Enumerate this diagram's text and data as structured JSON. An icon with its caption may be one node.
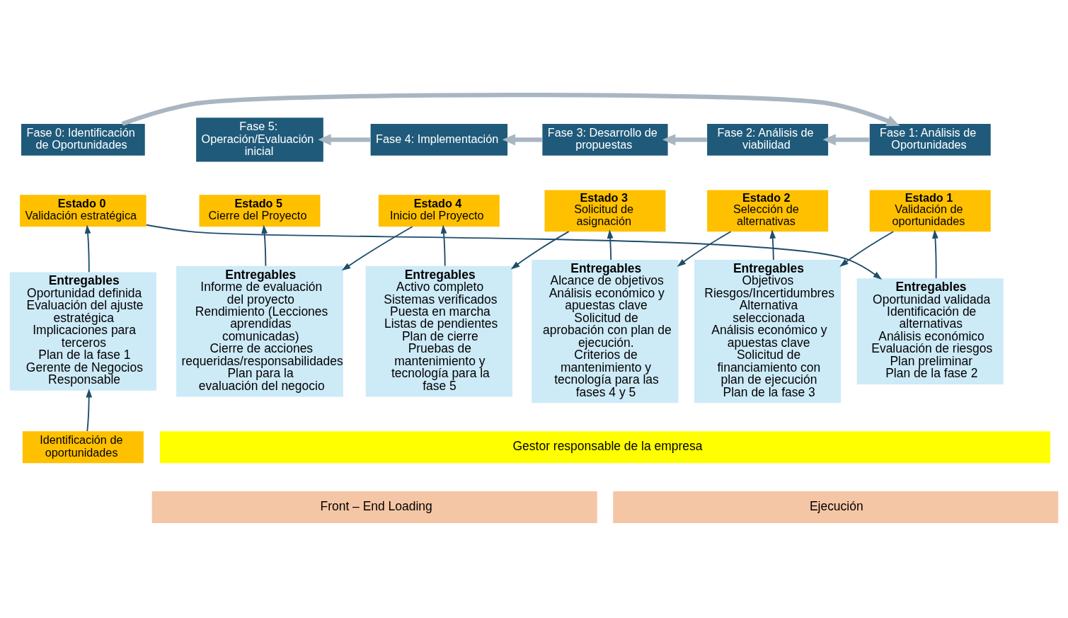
{
  "diagram": {
    "nodes": [
      {
        "text": [
          "Fase 0: Identificación de Oportunidades"
        ]
      },
      {
        "text": [
          "Fase 1: Análisis de Oportunidades"
        ]
      },
      {
        "text": [
          "Fase 2: Análisis de viabilidad"
        ]
      },
      {
        "text": [
          "Fase 3: Desarrollo de propuestas"
        ]
      },
      {
        "text": [
          "Fase 4: Implementación"
        ]
      },
      {
        "text": [
          "Fase 5: Operación/Evaluación inicial"
        ]
      },
      {
        "text": [
          "Estado 0",
          "Validación estratégica"
        ]
      },
      {
        "text": [
          "Estado 1",
          "Validación de oportunidades"
        ]
      },
      {
        "text": [
          "Estado 2",
          "Selección de alternativas"
        ]
      },
      {
        "text": [
          "Estado 3",
          "Solicitud de asignación"
        ]
      },
      {
        "text": [
          "Estado 4",
          "Inicio del Proyecto"
        ]
      },
      {
        "text": [
          "Estado 5",
          "Cierre del Proyecto"
        ]
      },
      {
        "text": [
          "Entregables",
          "Oportunidad definida",
          "Evaluación del ajuste estratégica",
          "Implicaciones para terceros",
          "Plan de la fase 1",
          "Gerente de Negocios Responsable"
        ]
      },
      {
        "text": [
          "Entregables",
          "Oportunidad validada",
          "Identificación de alternativas",
          "Análisis económico",
          "Evaluación de riesgos",
          "Plan preliminar",
          "Plan de la fase 2"
        ]
      },
      {
        "text": [
          "Entregables",
          "Objetivos",
          "Riesgos/Incertidumbres",
          "Alternativa seleccionada",
          "Análisis económico y apuestas clave",
          "Solicitud de financiamiento con plan de ejecución",
          "Plan de la fase 3"
        ]
      },
      {
        "text": [
          "Entregables",
          "Alcance de objetivos",
          "Análisis económico y apuestas clave",
          "Solicitud de aprobación con plan de ejecución.",
          "Criterios de mantenimiento y tecnología para las fases 4 y 5"
        ]
      },
      {
        "text": [
          "Entregables",
          "Activo completo",
          "Sistemas verificados",
          "Puesta en marcha",
          "Listas de pendientes",
          "Plan de cierre",
          "Pruebas de mantenimiento y tecnología para la fase 5"
        ]
      },
      {
        "text": [
          "Entregables",
          "Informe de evaluación del proyecto",
          "Rendimiento (Lecciones aprendidas comunicadas)",
          "Cierre de acciones requeridas/responsabilidades",
          "Plan para la evaluación del negocio"
        ]
      },
      {
        "text": [
          "Identificación de oportunidades"
        ]
      },
      {
        "text": [
          "Gestor responsable de la empresa"
        ]
      },
      {
        "text": [
          "Front – End Loading"
        ]
      },
      {
        "text": [
          "Ejecución"
        ]
      }
    ],
    "edges": [
      {
        "from": 0,
        "to": 1,
        "arrow": "to",
        "style": "thick",
        "color": "#a9b6c2"
      },
      {
        "from": 1,
        "to": 2,
        "arrow": "to",
        "style": "thick",
        "color": "#a9b6c2"
      },
      {
        "from": 2,
        "to": 3,
        "arrow": "to",
        "style": "thick",
        "color": "#a9b6c2"
      },
      {
        "from": 3,
        "to": 4,
        "arrow": "to",
        "style": "thick",
        "color": "#a9b6c2"
      },
      {
        "from": 4,
        "to": 5,
        "arrow": "to",
        "style": "thick",
        "color": "#a9b6c2"
      },
      {
        "from": 18,
        "to": 12,
        "arrow": "to"
      },
      {
        "from": 12,
        "to": 6,
        "arrow": "to"
      },
      {
        "from": 6,
        "to": 13,
        "arrow": "to"
      },
      {
        "from": 13,
        "to": 7,
        "arrow": "to"
      },
      {
        "from": 7,
        "to": 14,
        "arrow": "to"
      },
      {
        "from": 14,
        "to": 8,
        "arrow": "to"
      },
      {
        "from": 8,
        "to": 15,
        "arrow": "to"
      },
      {
        "from": 15,
        "to": 9,
        "arrow": "to"
      },
      {
        "from": 9,
        "to": 16,
        "arrow": "to"
      },
      {
        "from": 16,
        "to": 10,
        "arrow": "to"
      },
      {
        "from": 10,
        "to": 17,
        "arrow": "to"
      },
      {
        "from": 17,
        "to": 11,
        "arrow": "to"
      }
    ]
  }
}
